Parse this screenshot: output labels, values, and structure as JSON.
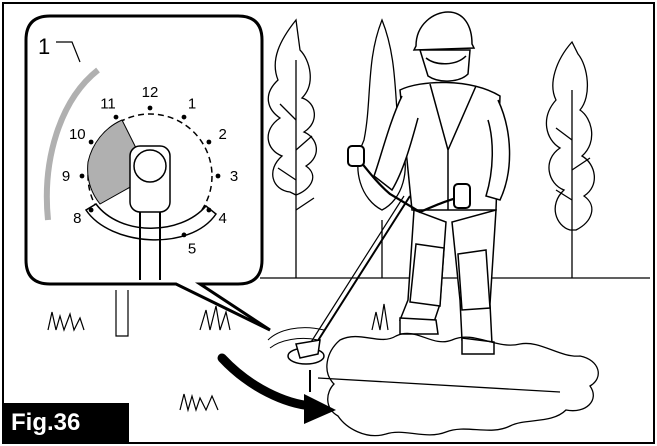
{
  "figure": {
    "label": "Fig.36",
    "callout_number": "1",
    "clock_numbers": [
      "12",
      "1",
      "2",
      "3",
      "4",
      "5",
      "8",
      "9",
      "10",
      "11"
    ],
    "highlight_color": "#b0b0b0"
  }
}
